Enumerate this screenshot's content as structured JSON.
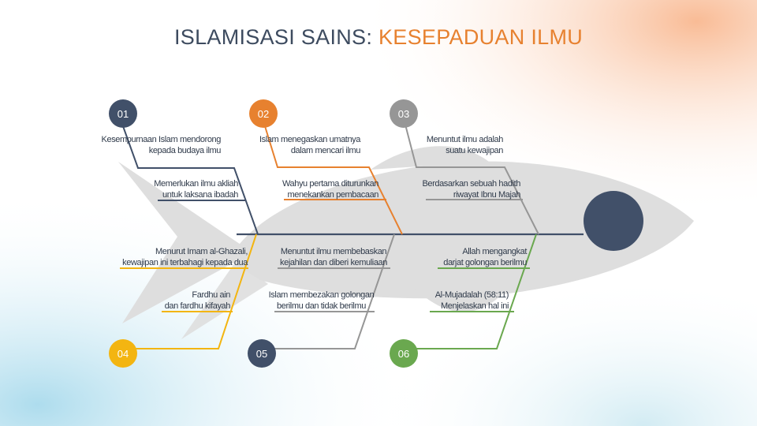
{
  "title": {
    "main": "ISLAMISASI SAINS: ",
    "accent": "KESEPADUAN ILMU"
  },
  "colors": {
    "navy": "#415069",
    "orange": "#e7812f",
    "gray": "#969696",
    "yellow": "#f3b511",
    "green": "#6aa84f",
    "fish": "#dcdcdc"
  },
  "nodes": [
    {
      "id": "01",
      "color": "#415069"
    },
    {
      "id": "02",
      "color": "#e7812f"
    },
    {
      "id": "03",
      "color": "#969696"
    },
    {
      "id": "04",
      "color": "#f3b511"
    },
    {
      "id": "05",
      "color": "#415069"
    },
    {
      "id": "06",
      "color": "#6aa84f"
    }
  ],
  "labels": {
    "b1a": "Kesempurnaan Islam mendorong\nkepada budaya ilmu",
    "b1b": "Memerlukan ilmu akliah\nuntuk laksana ibadah",
    "b2a": "Islam menegaskan umatnya\ndalam mencari ilmu",
    "b2b": "Wahyu pertama diturunkan\nmenekankan pembacaan",
    "b3a": "Menuntut ilmu adalah\nsuatu kewajipan",
    "b3b": "Berdasarkan sebuah hadith\nriwayat Ibnu Majah",
    "b4a": "Menurut Imam al-Ghazali,\nkewajipan ini terbahagi kepada dua",
    "b4b": "Fardhu ain\ndan fardhu kifayah",
    "b5a": "Menuntut ilmu membebaskan\nkejahilan dan diberi kemuliaan",
    "b5b": "Islam membezakan golongan\nberilmu dan tidak berilmu",
    "b6a": "Allah mengangkat\ndarjat golongan berilmu",
    "b6b": "Al-Mujadalah (58:11)\nMenjelaskan hal ini"
  }
}
